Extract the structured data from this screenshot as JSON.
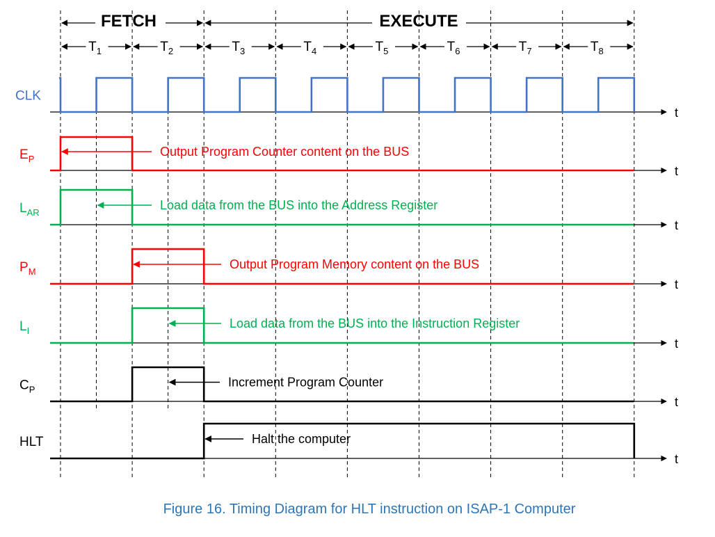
{
  "phases": {
    "fetch": "FETCH",
    "execute": "EXECUTE"
  },
  "t_states": [
    {
      "main": "T",
      "sub": "1"
    },
    {
      "main": "T",
      "sub": "2"
    },
    {
      "main": "T",
      "sub": "3"
    },
    {
      "main": "T",
      "sub": "4"
    },
    {
      "main": "T",
      "sub": "5"
    },
    {
      "main": "T",
      "sub": "6"
    },
    {
      "main": "T",
      "sub": "7"
    },
    {
      "main": "T",
      "sub": "8"
    }
  ],
  "time_axis_label": "t",
  "colors": {
    "clk": "#4472c4",
    "red": "#ff0000",
    "green": "#00b050",
    "black": "#000000",
    "caption": "#2e75b6"
  },
  "signals": [
    {
      "id": "clk",
      "main": "CLK",
      "sub": "",
      "color": "#4472c4",
      "kind": "clock",
      "annotation": ""
    },
    {
      "id": "ep",
      "main": "E",
      "sub": "P",
      "color": "#ff0000",
      "kind": "pulse",
      "high": [
        1,
        1
      ],
      "annotation": "Output Program Counter content on the BUS"
    },
    {
      "id": "lar",
      "main": "L",
      "sub": "AR",
      "color": "#00b050",
      "kind": "pulse",
      "high": [
        1,
        1
      ],
      "annotation": "Load data from the BUS into the Address Register"
    },
    {
      "id": "pm",
      "main": "P",
      "sub": "M",
      "color": "#ff0000",
      "kind": "pulse",
      "high": [
        2,
        2
      ],
      "annotation": "Output Program Memory content on the BUS"
    },
    {
      "id": "li",
      "main": "L",
      "sub": "I",
      "color": "#00b050",
      "kind": "pulse",
      "high": [
        2,
        2
      ],
      "annotation": "Load data from the BUS into the Instruction Register"
    },
    {
      "id": "cp",
      "main": "C",
      "sub": "P",
      "color": "#000000",
      "kind": "pulse",
      "high": [
        2,
        2
      ],
      "annotation": "Increment Program Counter"
    },
    {
      "id": "hlt",
      "main": "HLT",
      "sub": "",
      "color": "#000000",
      "kind": "pulse",
      "high": [
        3,
        8
      ],
      "annotation": "Halt the computer"
    }
  ],
  "caption": "Figure 16. Timing Diagram for HLT instruction on ISAP-1 Computer"
}
